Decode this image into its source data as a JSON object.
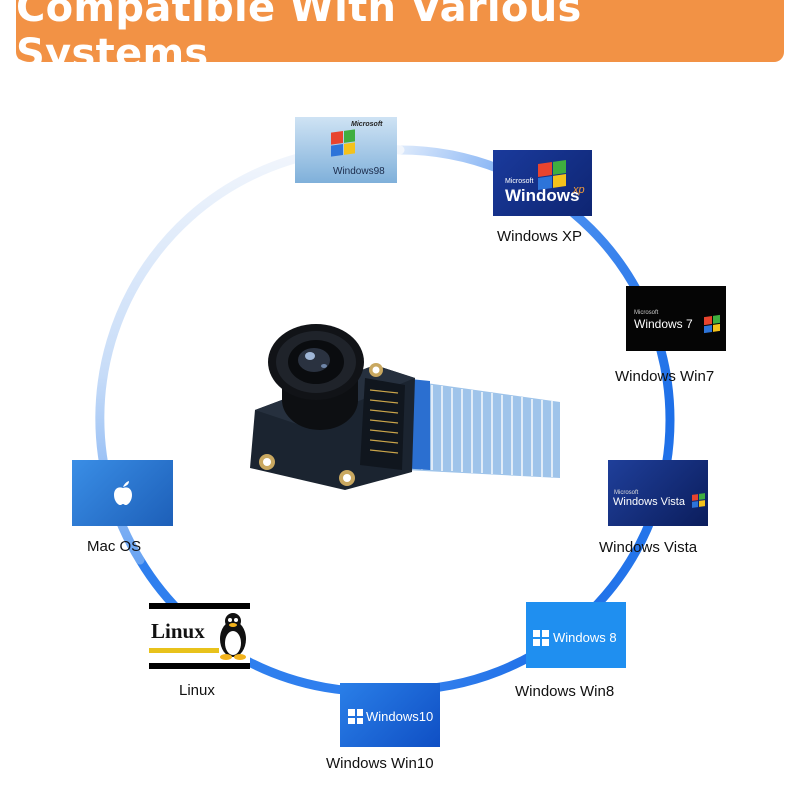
{
  "banner": {
    "title": "Compatible With Various Systems",
    "color": "#f29245"
  },
  "ring": {
    "color_light": "#c9defa",
    "color_dark": "#1d6fe8"
  },
  "center_image": {
    "icon": "camera-module-icon"
  },
  "systems": [
    {
      "id": "win98",
      "caption": "",
      "logo_text": "Windows98",
      "logo_small": "Microsoft"
    },
    {
      "id": "winxp",
      "caption": "Windows XP",
      "logo_text": "Windows",
      "logo_small": "Microsoft",
      "logo_suffix": "xp"
    },
    {
      "id": "win7",
      "caption": "Windows Win7",
      "logo_text": "Windows 7",
      "logo_small": "Microsoft"
    },
    {
      "id": "vista",
      "caption": "Windows Vista",
      "logo_text": "Windows Vista",
      "logo_small": "Microsoft"
    },
    {
      "id": "win8",
      "caption": "Windows Win8",
      "logo_text": "Windows 8"
    },
    {
      "id": "win10",
      "caption": "Windows Win10",
      "logo_text": "Windows10"
    },
    {
      "id": "linux",
      "caption": "Linux",
      "logo_text": "Linux"
    },
    {
      "id": "macos",
      "caption": "Mac OS"
    }
  ]
}
